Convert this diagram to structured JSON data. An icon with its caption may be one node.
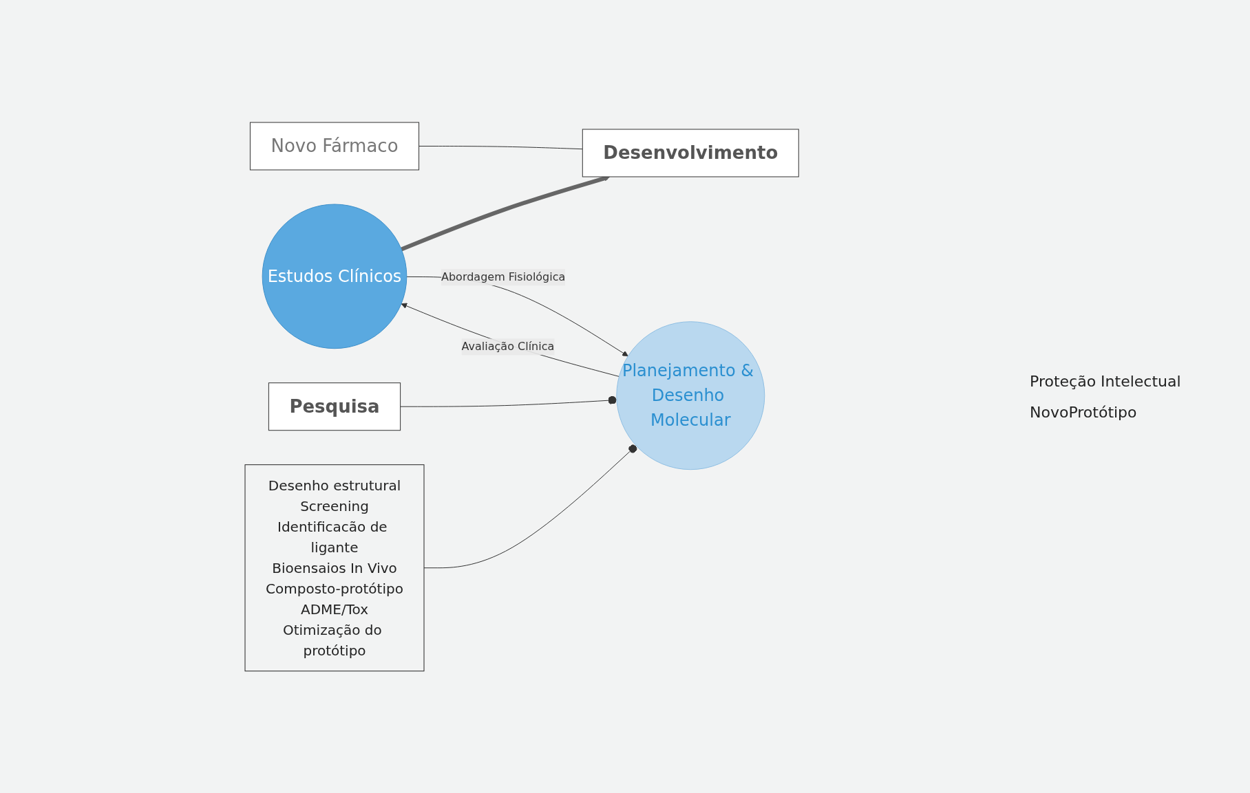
{
  "diagram": {
    "nodes": [
      {
        "text": [
          "Novo Fármaco"
        ]
      },
      {
        "text": [
          "Desenvolvimento"
        ]
      },
      {
        "text": [
          "Estudos Clínicos"
        ]
      },
      {
        "text": [
          "Planejamento & Desenho Molecular"
        ]
      },
      {
        "text": [
          "Pesquisa"
        ]
      },
      {
        "text": [
          "Desenho estrutural",
          "Screening",
          "Identificacão de ligante",
          "Bioensaios In Vivo",
          "Composto-protótipo",
          "ADME/Tox",
          "Otimização do protótipo"
        ]
      }
    ],
    "edges": [
      {
        "from": 0,
        "to": 1,
        "arrow": "none"
      },
      {
        "from": 2,
        "to": 1,
        "arrow": "to",
        "style": "thick",
        "color": "#666666"
      },
      {
        "from": 3,
        "to": 2,
        "arrow": "to",
        "label": "Avaliação Clínica"
      },
      {
        "from": 2,
        "to": 3,
        "arrow": "to",
        "label": "Abordagem Fisiológica"
      },
      {
        "from": 4,
        "to": 3,
        "arrow": "other"
      },
      {
        "from": 5,
        "to": 3,
        "arrow": "other"
      }
    ],
    "labels": [
      "Proteção Intelectual",
      "NovoProtótipo"
    ]
  }
}
